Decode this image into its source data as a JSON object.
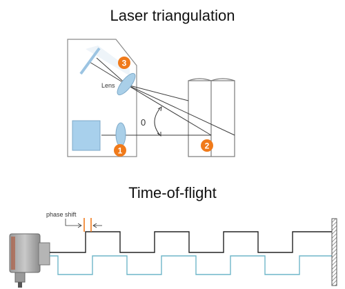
{
  "laser_triangulation": {
    "title": "Laser triangulation",
    "lens_label": "Lens",
    "angle_label": "0",
    "markers": [
      "1",
      "2",
      "3"
    ]
  },
  "time_of_flight": {
    "title": "Time-of-flight",
    "phase_shift_label": "phase shift"
  },
  "colors": {
    "marker_orange": "#f07a1a",
    "optics_blue": "#a9cfe8",
    "sensor_blue": "#a8d0ec",
    "emitted_wave": "#222222",
    "received_wave": "#6fb6c9",
    "outline_gray": "#7a7a7a"
  }
}
